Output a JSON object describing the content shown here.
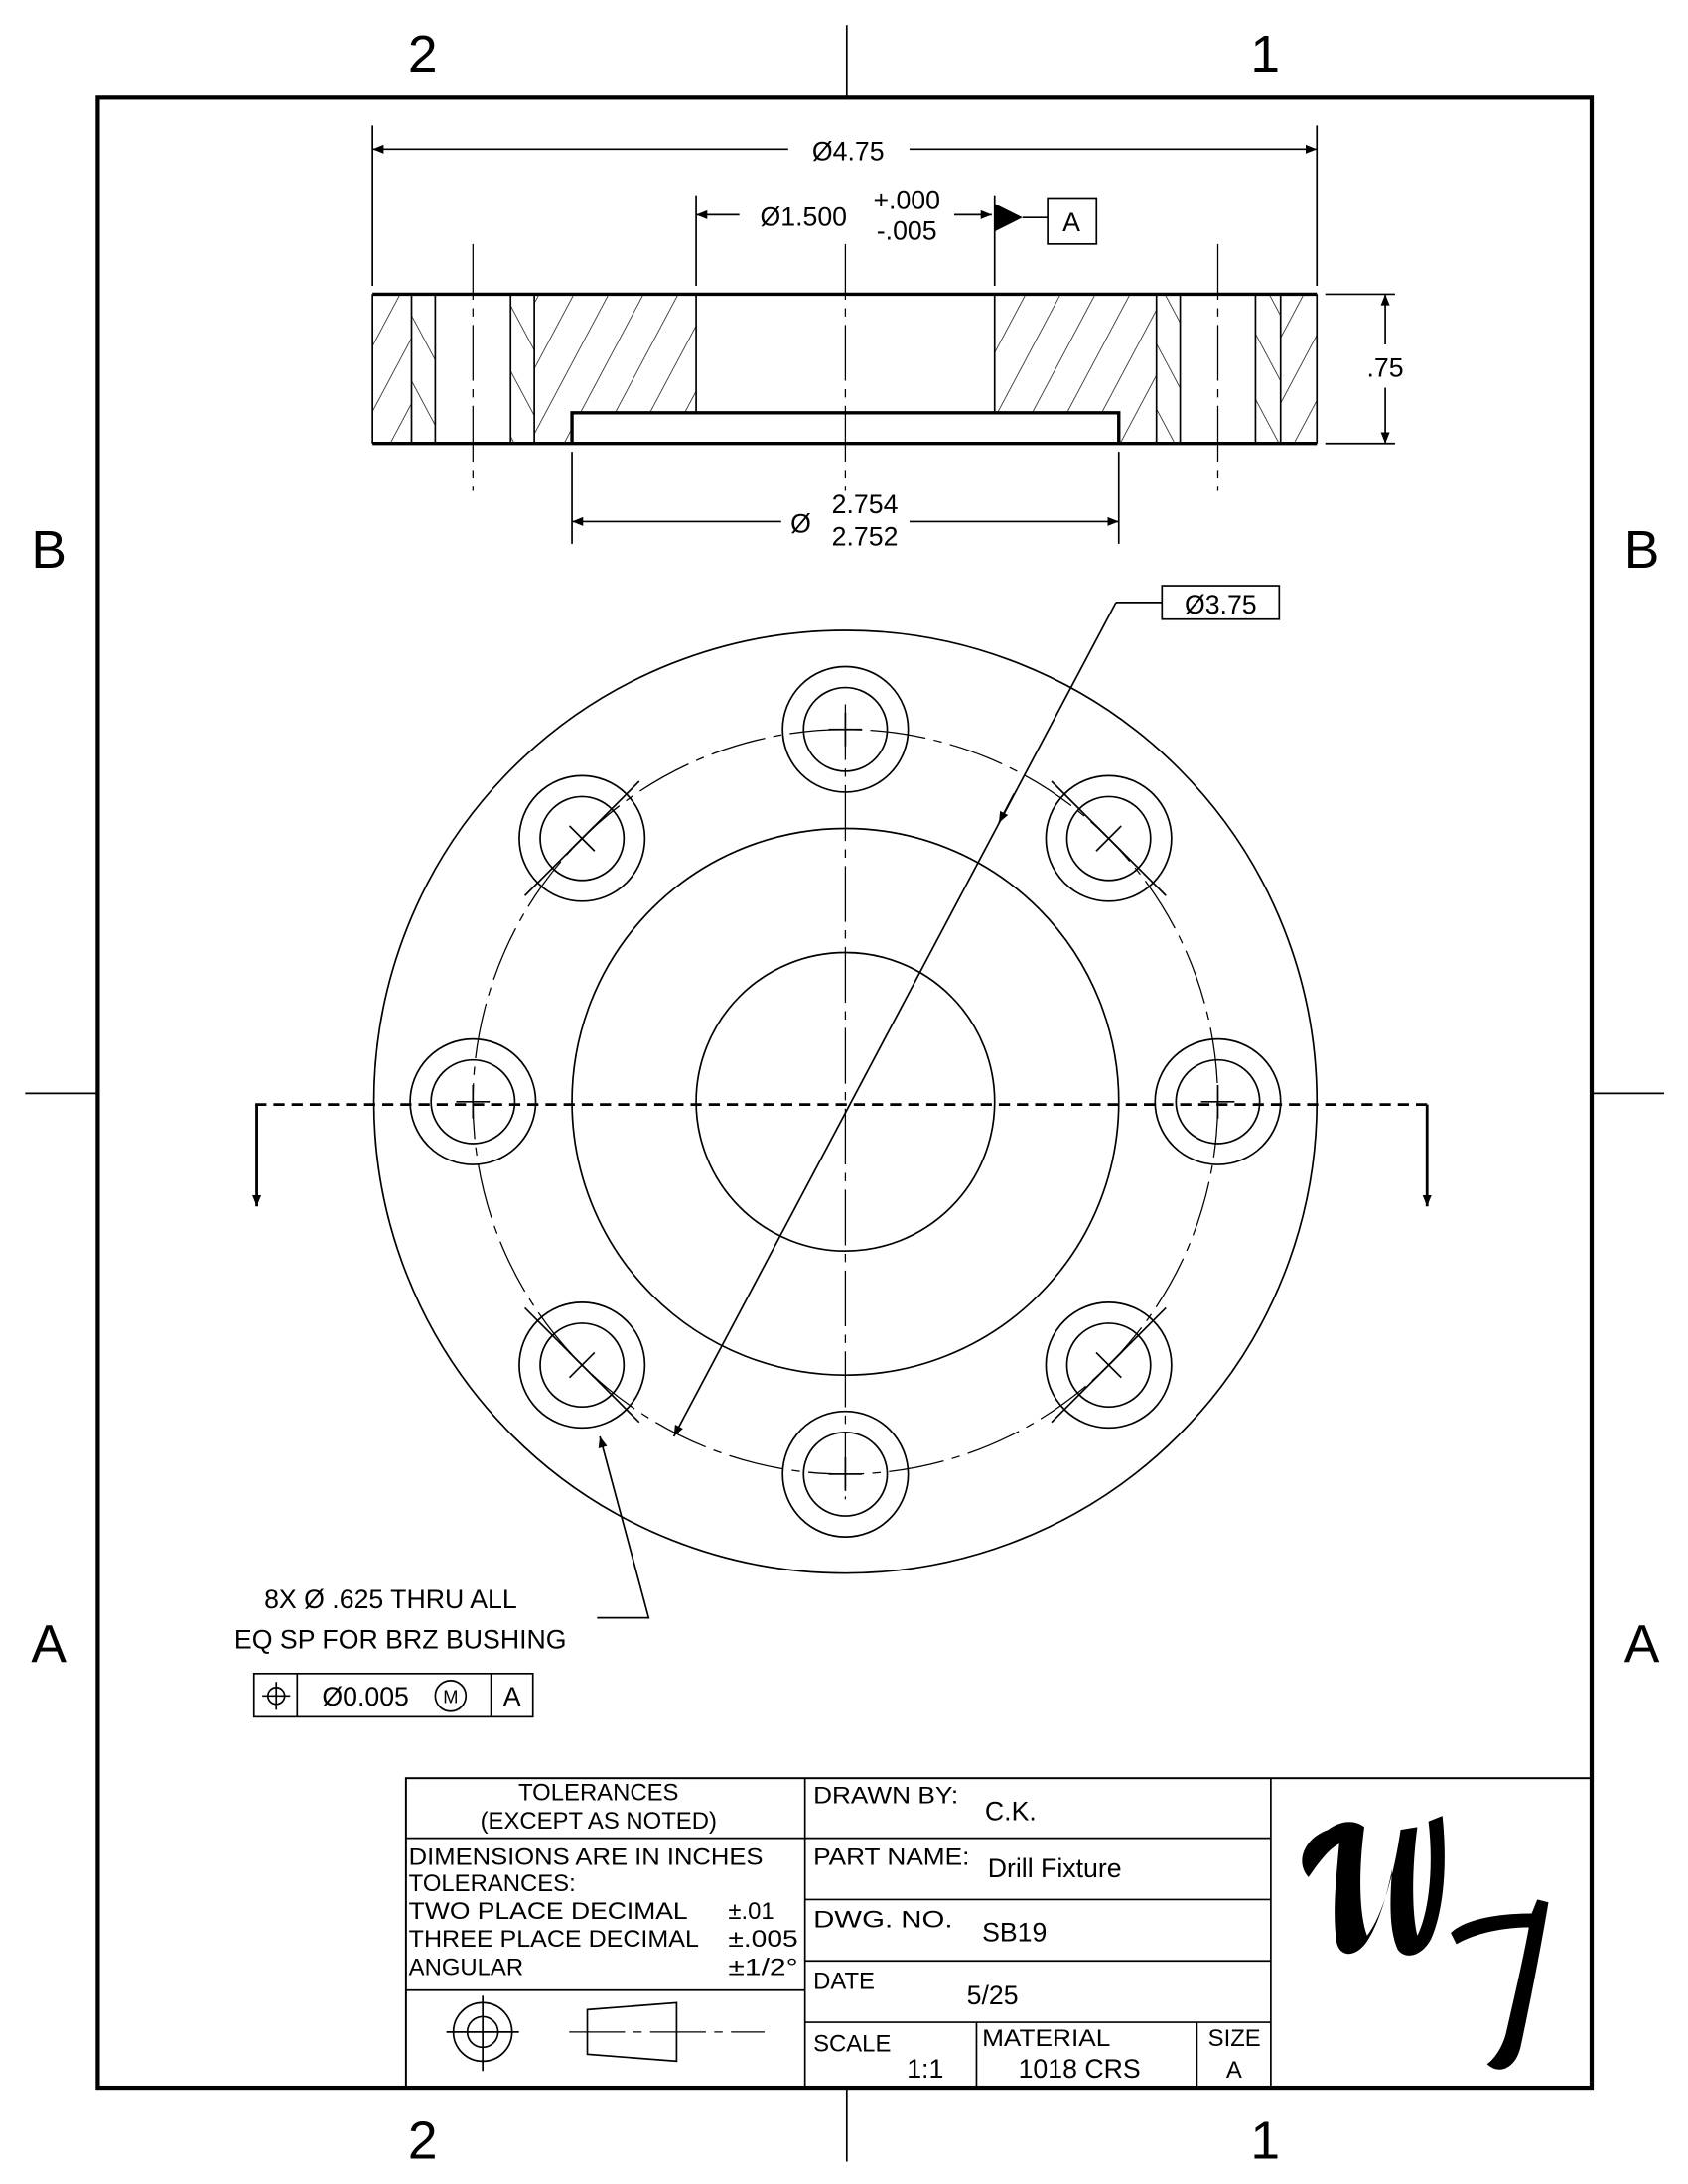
{
  "sheet": {
    "zones_columns": [
      "2",
      "1"
    ],
    "zones_rows": [
      "B",
      "A"
    ]
  },
  "section_view": {
    "overall_diameter": "Ø4.75",
    "bore_diameter": "Ø1.500",
    "bore_tol_upper": "+.000",
    "bore_tol_lower": "-.005",
    "datum": "A",
    "thickness": ".75",
    "counterbore_symbol": "Ø",
    "counterbore_upper": "2.754",
    "counterbore_lower": "2.752"
  },
  "plan_view": {
    "bolt_circle": "Ø3.75",
    "hole_note_line1": "8X Ø .625 THRU ALL",
    "hole_note_line2": "EQ SP FOR BRZ BUSHING",
    "fcf": {
      "symbol": "position-icon",
      "tolerance": "Ø0.005",
      "modifier": "M",
      "datum": "A"
    }
  },
  "title_block": {
    "tolerances_title": "TOLERANCES",
    "tolerances_sub": "(EXCEPT AS NOTED)",
    "dims_note": "DIMENSIONS ARE IN INCHES",
    "tolerances_label": "TOLERANCES:",
    "two_place_label": "TWO PLACE DECIMAL",
    "two_place_value": "±.01",
    "three_place_label": "THREE PLACE DECIMAL",
    "three_place_value": "±.005",
    "angular_label": "ANGULAR",
    "angular_value": "±1/2°",
    "drawn_by_label": "DRAWN BY:",
    "drawn_by": "C.K.",
    "part_name_label": "PART NAME:",
    "part_name": "Drill Fixture",
    "dwg_no_label": "DWG.  NO.",
    "dwg_no": "SB19",
    "date_label": "DATE",
    "date": "5/25",
    "scale_label": "SCALE",
    "scale": "1:1",
    "material_label": "MATERIAL",
    "material": "1018 CRS",
    "size_label": "SIZE",
    "size": "A",
    "logo": "WJ"
  }
}
